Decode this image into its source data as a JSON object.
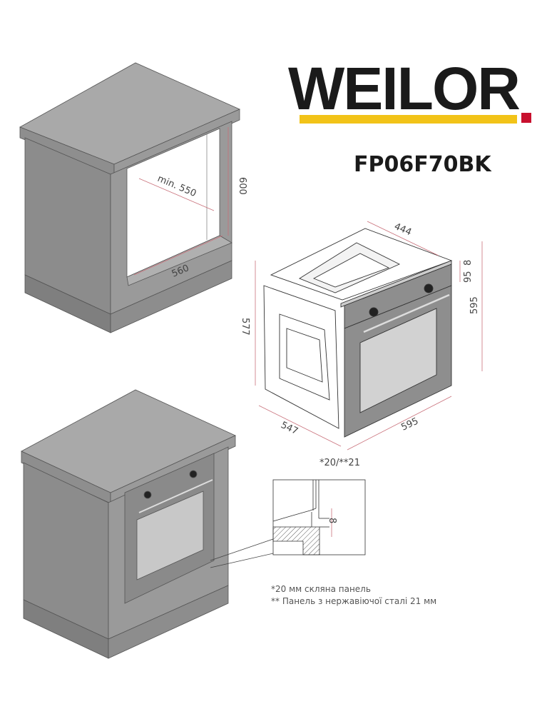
{
  "brand": {
    "logo_text": "WEILOR",
    "accent_yellow": "#f2c318",
    "accent_red": "#c8102e"
  },
  "model": "FP06F70BK",
  "niche": {
    "depth_label": "min. 550",
    "height_label": "600",
    "width_label": "560"
  },
  "oven": {
    "width_top": "444",
    "panel_a": "8",
    "panel_b": "95",
    "height": "595",
    "side_height": "577",
    "depth": "547",
    "front_width": "595",
    "front_thickness": "*20/**21"
  },
  "detail": {
    "gap_label": "8"
  },
  "notes": [
    "*20 мм скляна панель",
    "** Панель з нержавіючої сталі 21 мм"
  ],
  "colors": {
    "cabinet_top": "#a7a7a7",
    "cabinet_side": "#8f8f8f",
    "cabinet_front": "#9b9b9b",
    "dimension_line": "#c9707a"
  }
}
